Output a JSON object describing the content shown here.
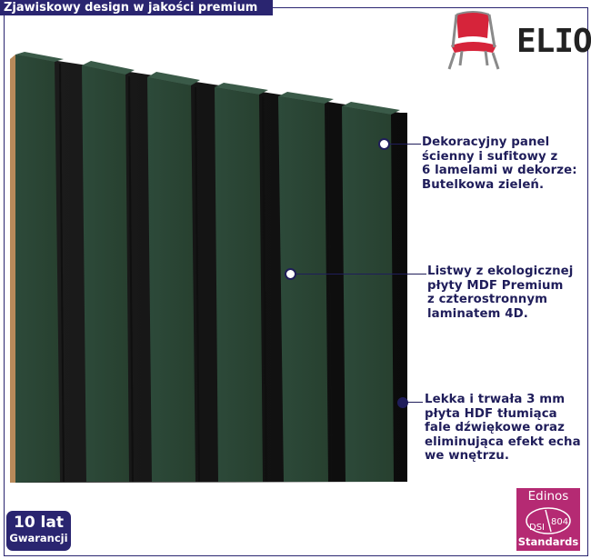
{
  "header": {
    "title": "Zjawiskowy design w jakości premium"
  },
  "logo": {
    "brand": "ELIOR",
    "icon": "chair-icon"
  },
  "annotations": [
    {
      "text": "Dekoracyjny panel\nścienny i sufitowy z\n6 lamelami w dekorze:\nButelkowa zieleń."
    },
    {
      "text": "Listwy z ekologicznej\npłyty MDF Premium\nz czterostronnym\nlaminatem 4D."
    },
    {
      "text": "Lekka i trwała 3 mm\npłyta HDF tłumiąca\nfale dźwiękowe oraz\neliminująca efekt echa\nwe wnętrzu."
    }
  ],
  "badges": {
    "warranty_line1": "10 lat",
    "warranty_line2": "Gwarancji",
    "cert_brand": "Edinos",
    "cert_code_left": "DSI",
    "cert_code_right": "804",
    "cert_standards": "Standards"
  },
  "colors": {
    "accent": "#2a2570",
    "annotation_text": "#1f1d5a",
    "lamella_green": "#2f4b3c",
    "backing": "#141414",
    "cert_pink": "#b52a73"
  }
}
